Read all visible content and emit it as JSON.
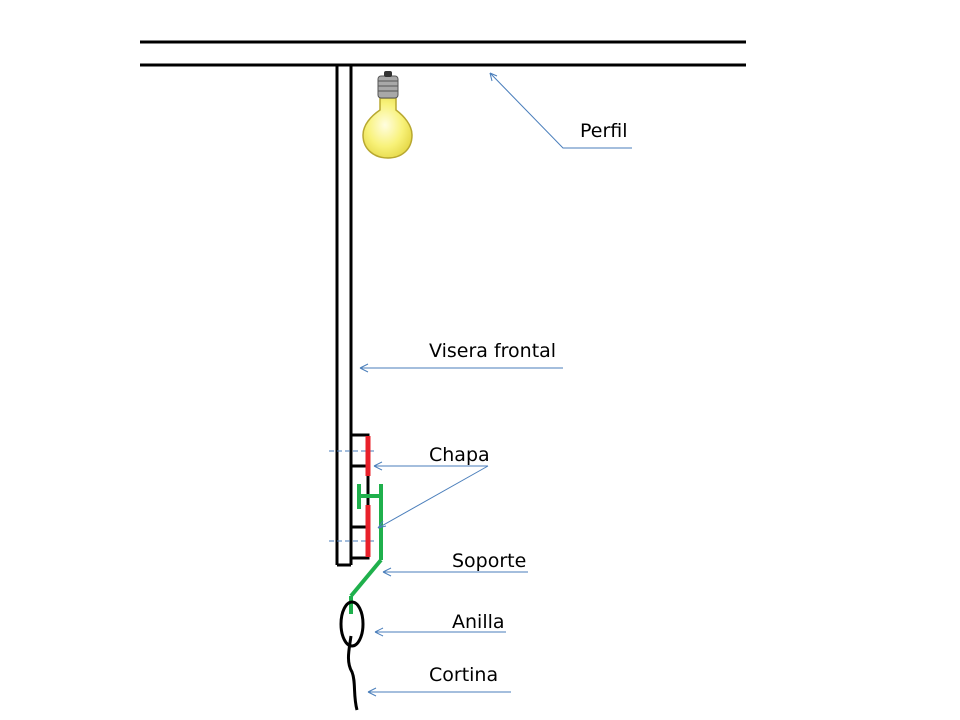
{
  "labels": {
    "perfil": "Perfil",
    "visera": "Visera frontal",
    "chapa": "Chapa",
    "soporte": "Soporte",
    "anilla": "Anilla",
    "cortina": "Cortina"
  },
  "icons": {
    "bulb": "light-bulb-icon"
  },
  "colors": {
    "structure": "#000000",
    "chapa": "#e8202a",
    "soporte": "#1fb04c",
    "leader": "#4a7ebb",
    "bulb_fill": "#f8f27a"
  }
}
